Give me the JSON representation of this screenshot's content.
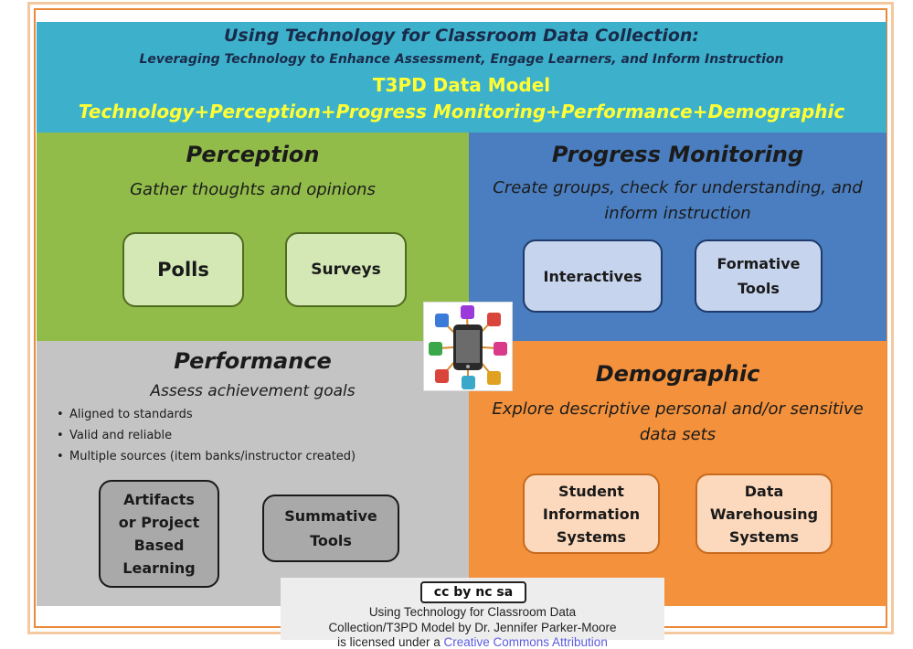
{
  "header": {
    "title": "Using Technology for Classroom Data Collection:",
    "subtitle": "Leveraging Technology to Enhance Assessment, Engage Learners, and  Inform Instruction",
    "model": "T3PD Data Model",
    "formula": "Technology+Perception+Progress Monitoring+Performance+Demographic"
  },
  "perception": {
    "title": "Perception",
    "subtitle": "Gather thoughts and opinions",
    "boxes": [
      "Polls",
      "Surveys"
    ]
  },
  "progress": {
    "title": "Progress Monitoring",
    "subtitle_1": "Create groups,  check for understanding, and",
    "subtitle_2": "inform instruction",
    "boxes": [
      "Interactives",
      "Formative",
      "Tools"
    ]
  },
  "performance": {
    "title": "Performance",
    "subtitle": "Assess achievement goals",
    "bullets": [
      "Aligned to standards",
      "Valid and reliable",
      "Multiple sources (item banks/instructor created)"
    ],
    "box1": [
      "Artifacts",
      "or Project",
      "Based",
      "Learning"
    ],
    "box2": [
      "Summative",
      "Tools"
    ]
  },
  "demographic": {
    "title": "Demographic",
    "subtitle_1": "Explore descriptive personal and/or sensitive",
    "subtitle_2": "data sets",
    "box1": [
      "Student",
      "Information",
      "Systems"
    ],
    "box2": [
      "Data",
      "Warehousing",
      "Systems"
    ]
  },
  "center_icon": "smartphone-app-icons",
  "license": {
    "badge": "cc by nc sa",
    "line1": "Using Technology for Classroom Data",
    "line2": "Collection/T3PD Model by Dr. Jennifer Parker-Moore",
    "line3_a": "is licensed under a",
    "line3_b": "Creative Commons Attribution"
  },
  "colors": {
    "header": "#3db0cc",
    "perception": "#92bc4a",
    "progress": "#4a7ec0",
    "performance": "#c4c4c4",
    "demographic": "#f3913c",
    "highlight": "#ffff33",
    "frame": "#e9893a"
  }
}
